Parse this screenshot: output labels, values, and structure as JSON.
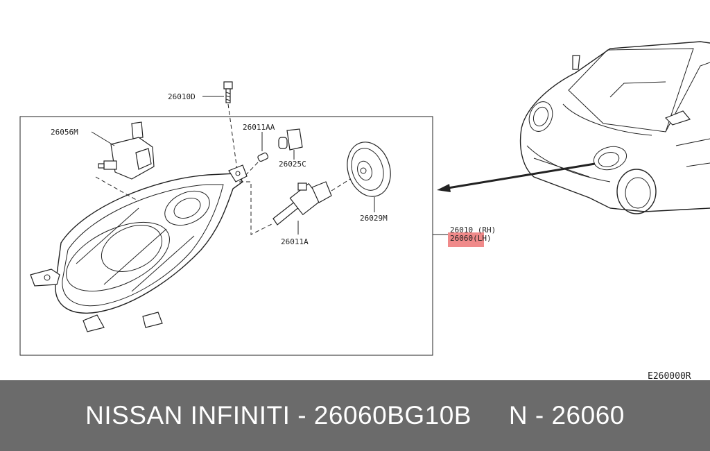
{
  "diagram": {
    "labels": {
      "bolt": "26010D",
      "actuator": "26056M",
      "socket_bulb": "26011AA",
      "socket": "26025C",
      "main_bulb": "26011A",
      "cap": "26029M",
      "rh": "26010 (RH)",
      "lh": "26060(LH)",
      "ref": "E260000R"
    },
    "highlight_color": "#f08a8a"
  },
  "footer": {
    "text": "NISSAN INFINITI - 26060BG10B     N - 26060",
    "background": "#6b6b6b"
  }
}
